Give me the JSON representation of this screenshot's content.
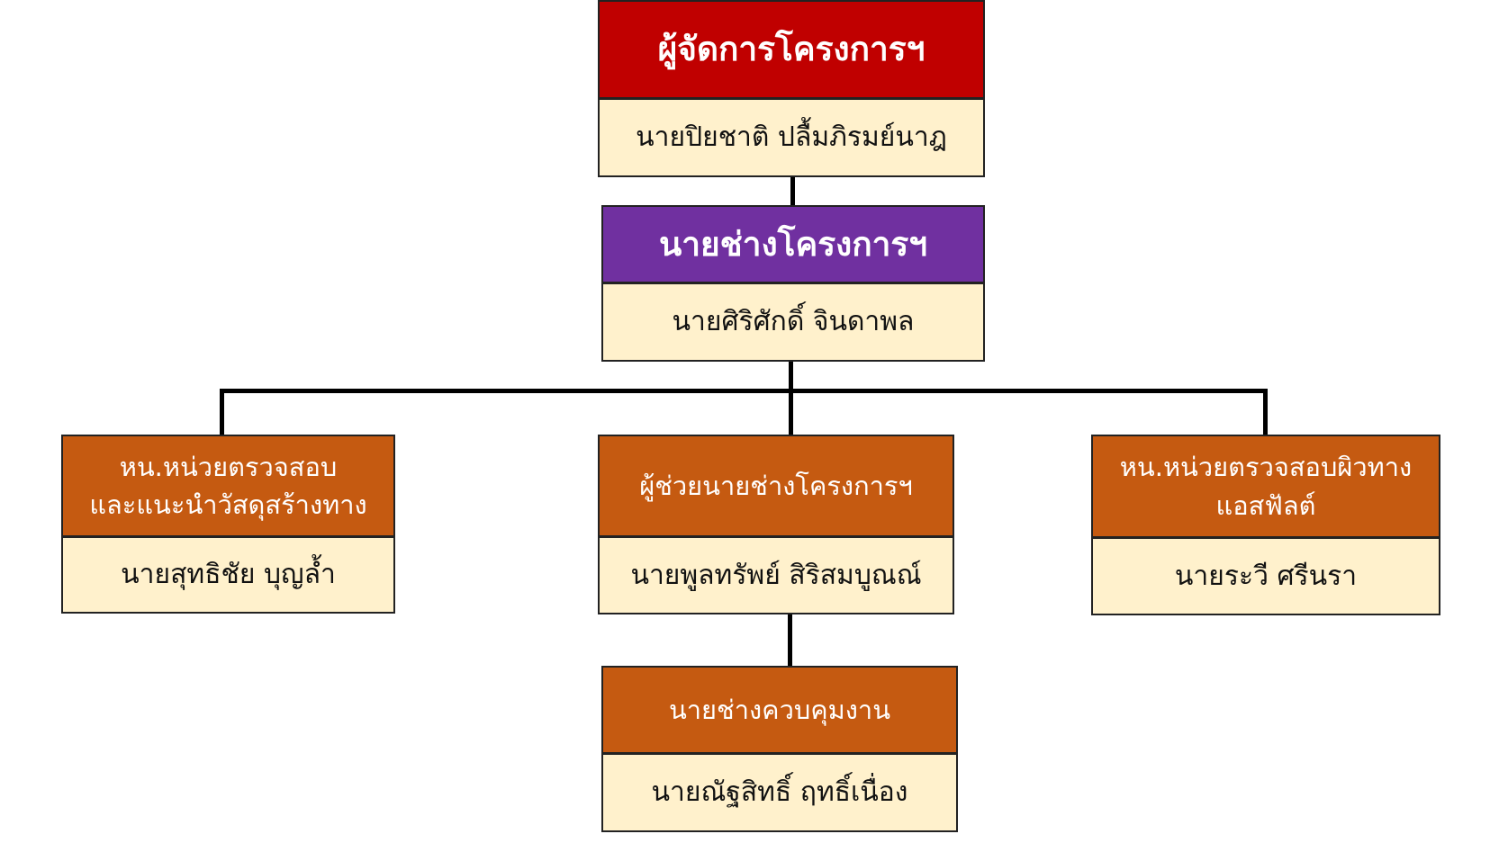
{
  "colors": {
    "manager": "#c00000",
    "engineer": "#7030a0",
    "unit": "#c55a11",
    "name_bg": "#fff1cc"
  },
  "manager": {
    "title": "ผู้จัดการโครงการฯ",
    "name": "นายปิยชาติ  ปลื้มภิรมย์นาฎ"
  },
  "project_engineer": {
    "title": "นายช่างโครงการฯ",
    "name": "นายศิริศักดิ์  จินดาพล"
  },
  "materials_unit": {
    "title_line1": "หน.หน่วยตรวจสอบ",
    "title_line2": "และแนะนำวัสดุสร้างทาง",
    "name": "นายสุทธิชัย  บุญล้ำ"
  },
  "assistant_engineer": {
    "title": "ผู้ช่วยนายช่างโครงการฯ",
    "name": "นายพูลทรัพย์  สิริสมบูณณ์"
  },
  "asphalt_unit": {
    "title_line1": "หน.หน่วยตรวจสอบผิวทาง",
    "title_line2": "แอสฟัลต์",
    "name": "นายระวี  ศรีนรา"
  },
  "site_supervisor": {
    "title": "นายช่างควบคุมงาน",
    "name": "นายณัฐสิทธิ์  ฤทธิ์เนื่อง"
  }
}
